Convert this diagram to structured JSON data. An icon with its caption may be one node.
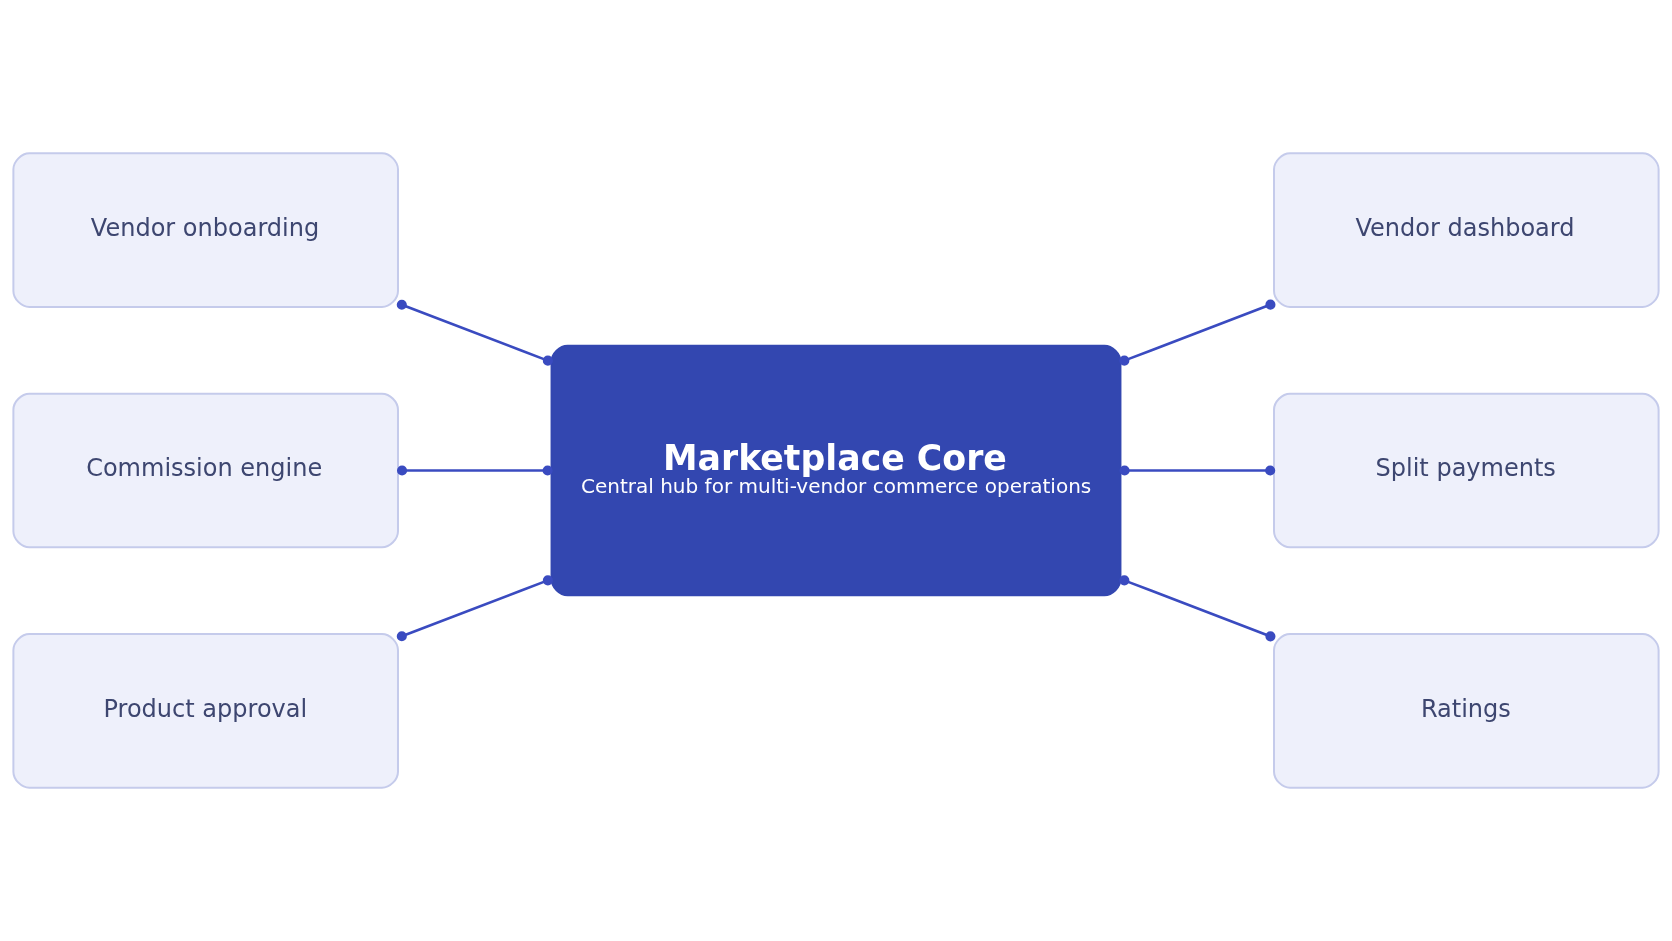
{
  "diagram": {
    "nodes": [
      {
        "text": [
          "Vendor onboarding"
        ]
      },
      {
        "text": [
          "Vendor dashboard"
        ]
      },
      {
        "text": [
          "Commission engine"
        ]
      },
      {
        "text": [
          "Marketplace Core",
          "Central hub for multi-vendor commerce operations"
        ]
      },
      {
        "text": [
          "Split payments"
        ]
      },
      {
        "text": [
          "Product approval"
        ]
      },
      {
        "text": [
          "Ratings"
        ]
      }
    ],
    "edges": [
      {
        "from": 0,
        "to": 3,
        "arrow": "other"
      },
      {
        "from": 3,
        "to": 1,
        "arrow": "other"
      },
      {
        "from": 2,
        "to": 3,
        "arrow": "other"
      },
      {
        "from": 3,
        "to": 4,
        "arrow": "other"
      },
      {
        "from": 5,
        "to": 3,
        "arrow": "other"
      },
      {
        "from": 3,
        "to": 6,
        "arrow": "other"
      }
    ]
  }
}
